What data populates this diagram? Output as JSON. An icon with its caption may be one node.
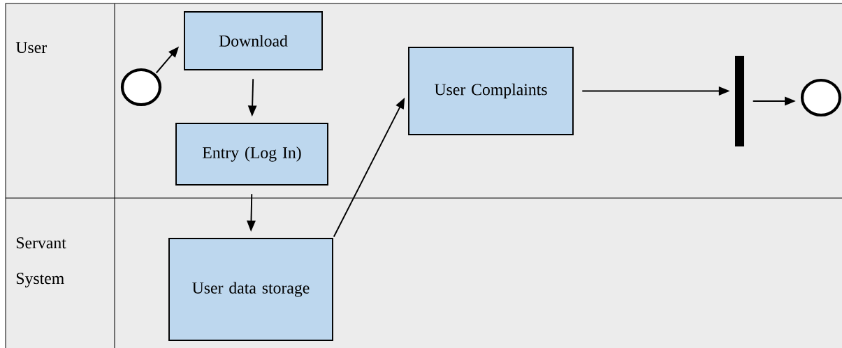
{
  "diagram": {
    "nodes": [
      {
        "text": [],
        "shape": "circle"
      },
      {
        "text": [
          "Download"
        ]
      },
      {
        "text": [
          "Entry (Log In)"
        ]
      },
      {
        "text": [
          "User data storage"
        ]
      },
      {
        "text": [
          "User Complaints"
        ]
      },
      {
        "text": [],
        "shape": "bar"
      },
      {
        "text": [],
        "shape": "circle"
      }
    ],
    "edges": [
      {
        "from": 0,
        "to": 1,
        "arrow": "to"
      },
      {
        "from": 1,
        "to": 2,
        "arrow": "to"
      },
      {
        "from": 2,
        "to": 3,
        "arrow": "to"
      },
      {
        "from": 3,
        "to": 4,
        "arrow": "to"
      },
      {
        "from": 4,
        "to": 5,
        "arrow": "to"
      },
      {
        "from": 5,
        "to": 6,
        "arrow": "to"
      }
    ],
    "labels": [
      "User",
      "Servant System"
    ]
  }
}
